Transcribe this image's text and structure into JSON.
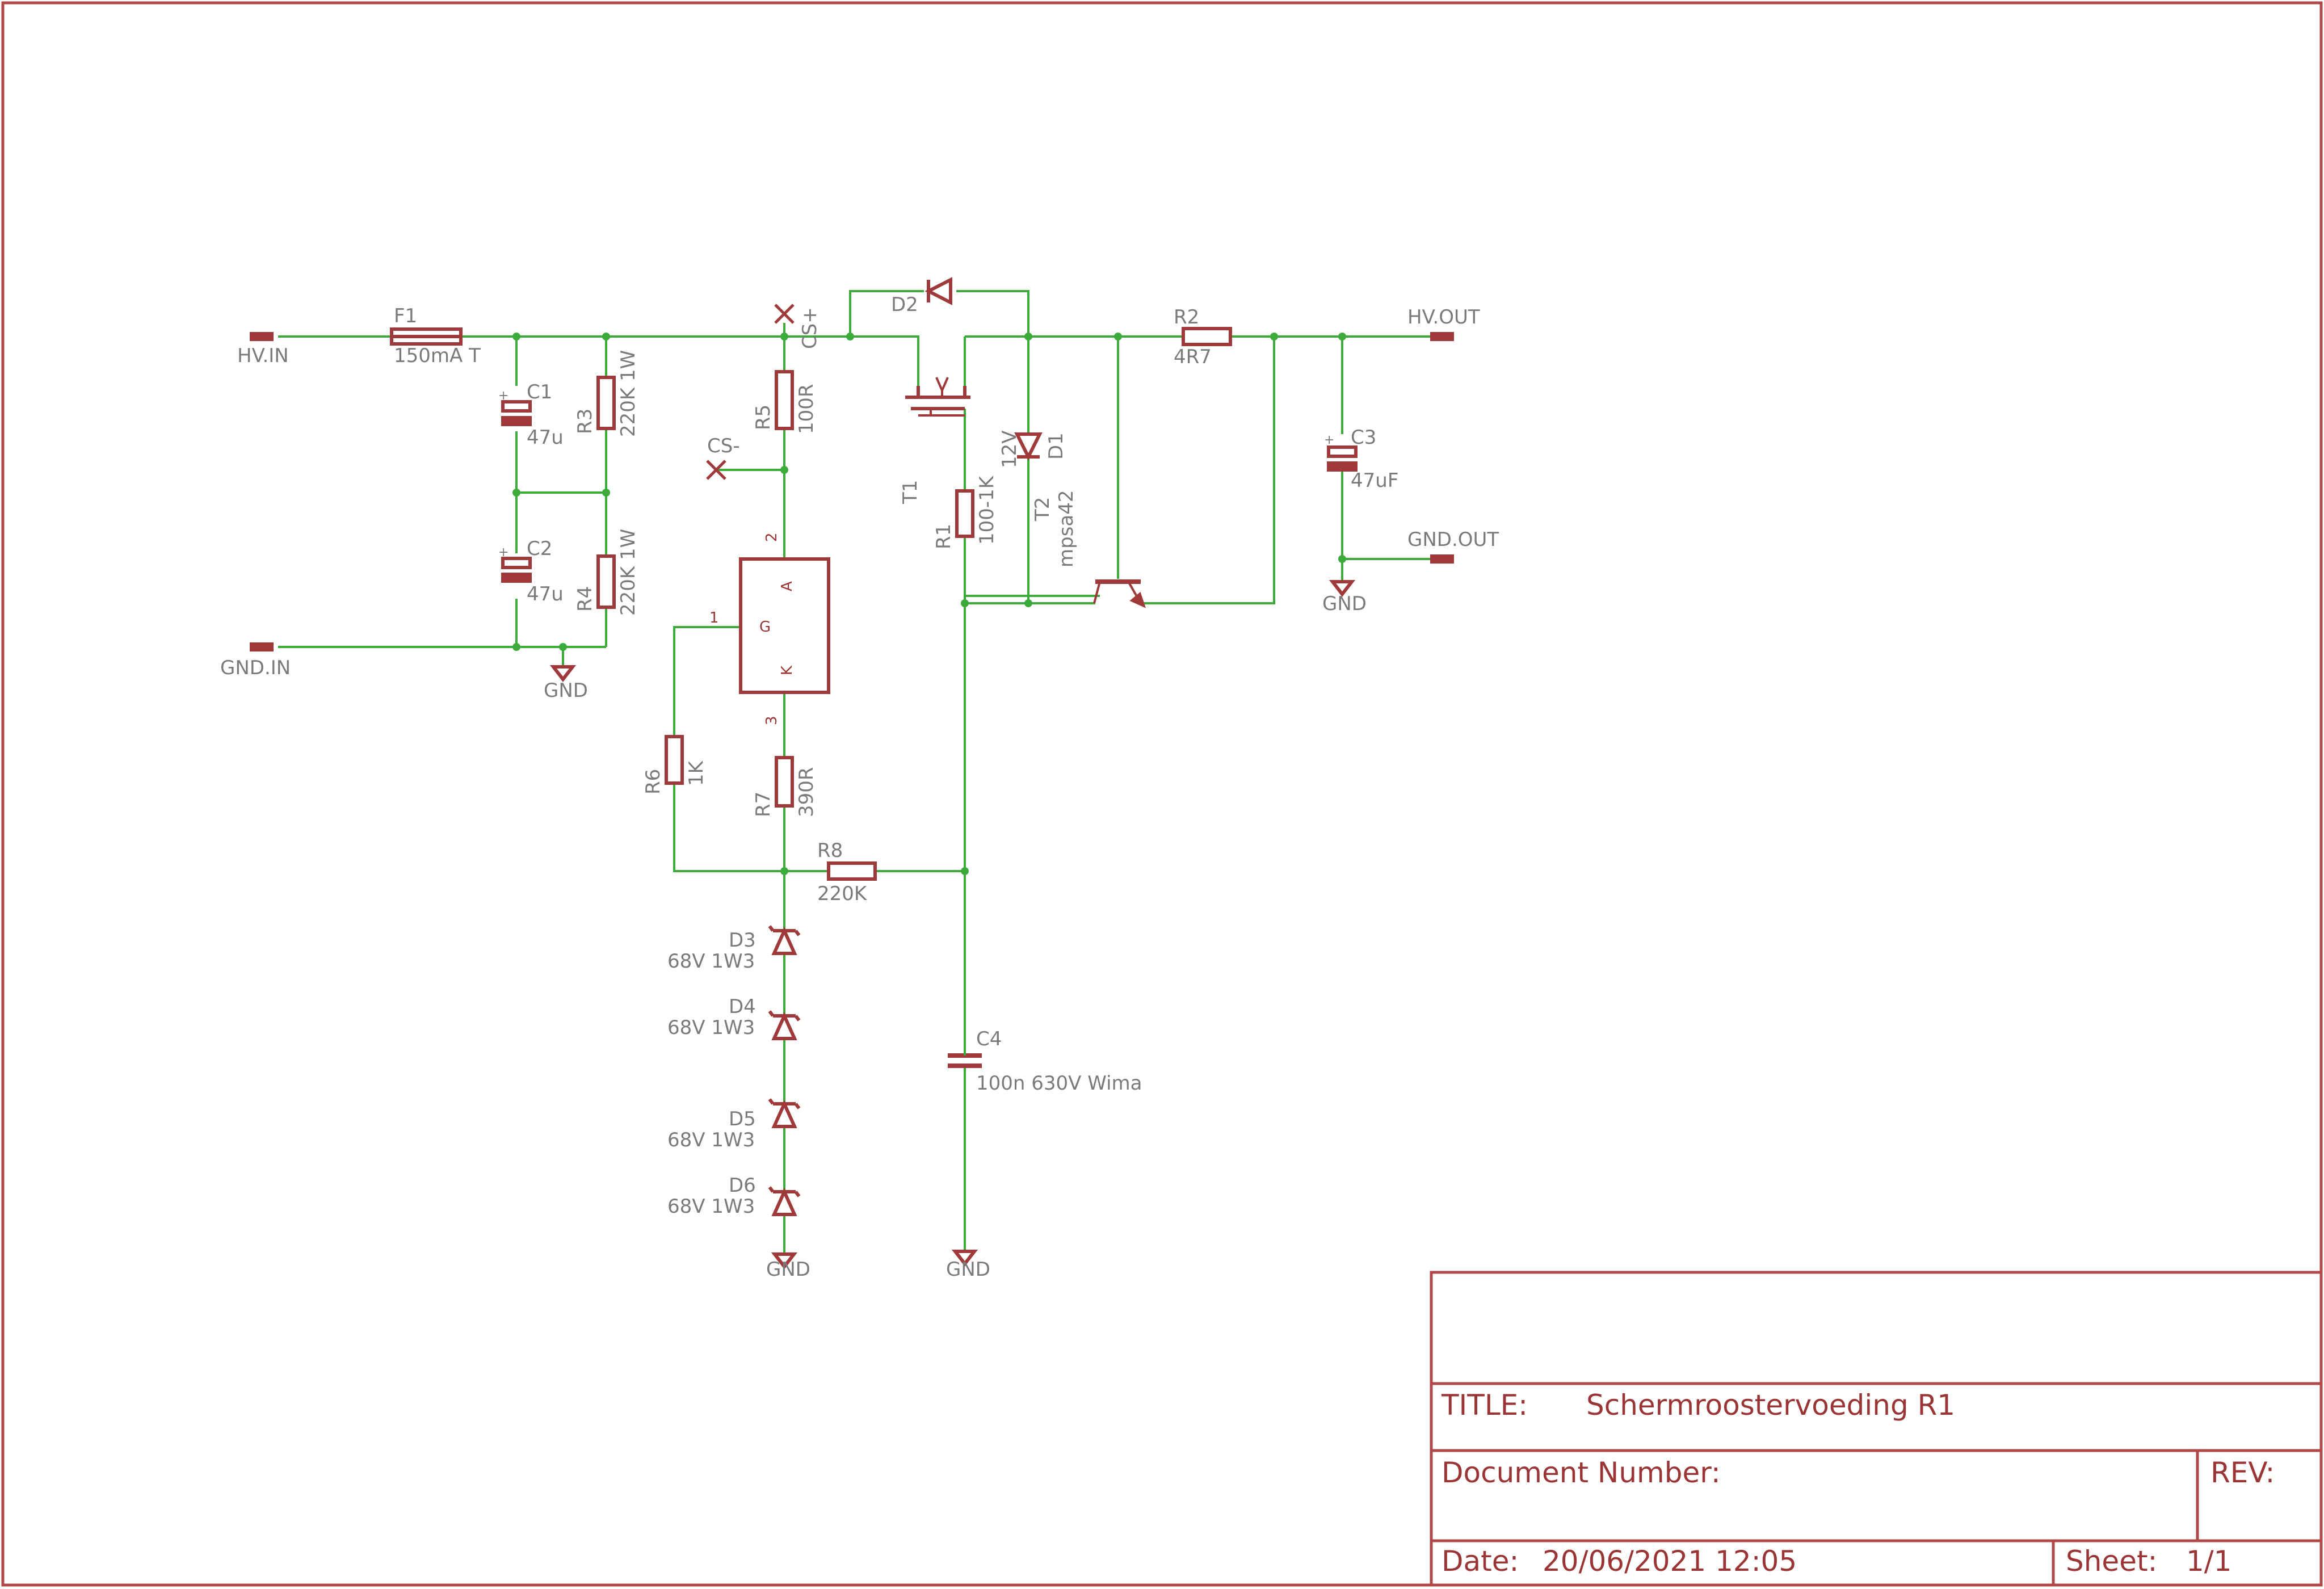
{
  "ports": {
    "hv_in": "HV.IN",
    "gnd_in": "GND.IN",
    "hv_out": "HV.OUT",
    "gnd_out": "GND.OUT"
  },
  "components": {
    "F1": {
      "name": "F1",
      "value": "150mA T"
    },
    "C1": {
      "name": "C1",
      "value": "47u"
    },
    "C2": {
      "name": "C2",
      "value": "47u"
    },
    "C3": {
      "name": "C3",
      "value": "47uF"
    },
    "C4": {
      "name": "C4",
      "value": "100n 630V Wima"
    },
    "R1": {
      "name": "R1",
      "value": "100-1K"
    },
    "R2": {
      "name": "R2",
      "value": "4R7"
    },
    "R3": {
      "name": "R3",
      "value": "220K 1W"
    },
    "R4": {
      "name": "R4",
      "value": "220K 1W"
    },
    "R5": {
      "name": "R5",
      "value": "100R"
    },
    "R6": {
      "name": "R6",
      "value": "1K"
    },
    "R7": {
      "name": "R7",
      "value": "390R"
    },
    "R8": {
      "name": "R8",
      "value": "220K"
    },
    "D1": {
      "name": "D1",
      "value": "12V"
    },
    "D2": {
      "name": "D2"
    },
    "D3": {
      "name": "D3",
      "value": "68V 1W3"
    },
    "D4": {
      "name": "D4",
      "value": "68V 1W3"
    },
    "D5": {
      "name": "D5",
      "value": "68V 1W3"
    },
    "D6": {
      "name": "D6",
      "value": "68V 1W3"
    },
    "T1": {
      "name": "T1"
    },
    "T2": {
      "name": "T2",
      "value": "mpsa42"
    }
  },
  "current_source": {
    "cs_plus": "CS+",
    "cs_minus": "CS-",
    "pin_1": "1",
    "pin_2": "2",
    "pin_3": "3",
    "pin_g": "G",
    "pin_a": "A",
    "pin_k": "K"
  },
  "gnd_label": "GND",
  "title_block": {
    "title_label": "TITLE:",
    "title": "Schermroostervoeding R1",
    "document_number_label": "Document Number:",
    "rev_label": "REV:",
    "date_label": "Date:",
    "date": "20/06/2021 12:05",
    "sheet_label": "Sheet:",
    "sheet": "1/1"
  },
  "colors": {
    "symbol": "#a03a3a",
    "wire": "#3cab3c",
    "label": "#7a7a7a",
    "frame": "#b04848"
  }
}
